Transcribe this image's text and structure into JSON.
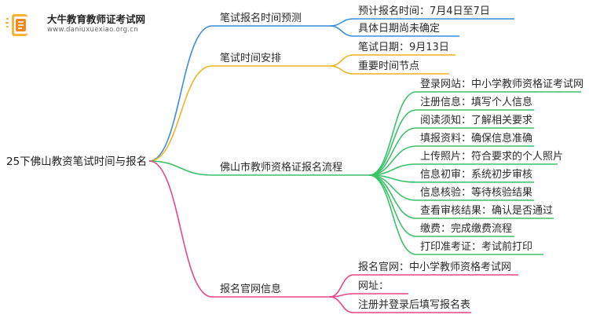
{
  "brand": {
    "name": "大牛教育教师证考试网",
    "url": "www.daniuxuexiao.org.cn"
  },
  "root": "25下佛山教资笔试时间与报名",
  "colors": {
    "blue": "#3a8de0",
    "orange": "#f0b323",
    "green": "#3cc26a",
    "pink": "#e8468a"
  },
  "branches": [
    {
      "label": "笔试报名时间预测",
      "children": [
        "预计报名时间：7月4日至7日",
        "具体日期尚未确定"
      ]
    },
    {
      "label": "笔试时间安排",
      "children": [
        "笔试日期：9月13日",
        "重要时间节点"
      ]
    },
    {
      "label": "佛山市教师资格证报名流程",
      "children": [
        "登录网站：中小学教师资格证考试网",
        "注册信息：填写个人信息",
        "阅读须知：了解相关要求",
        "填报资料：确保信息准确",
        "上传照片：符合要求的个人照片",
        "信息初审：系统初步审核",
        "信息核验：等待核验结果",
        "查看审核结果：确认是否通过",
        "缴费：完成缴费流程",
        "打印准考证：考试前打印"
      ]
    },
    {
      "label": "报名官网信息",
      "children": [
        "报名官网：中小学教师资格考试网",
        "网址：",
        "注册并登录后填写报名表"
      ]
    }
  ]
}
